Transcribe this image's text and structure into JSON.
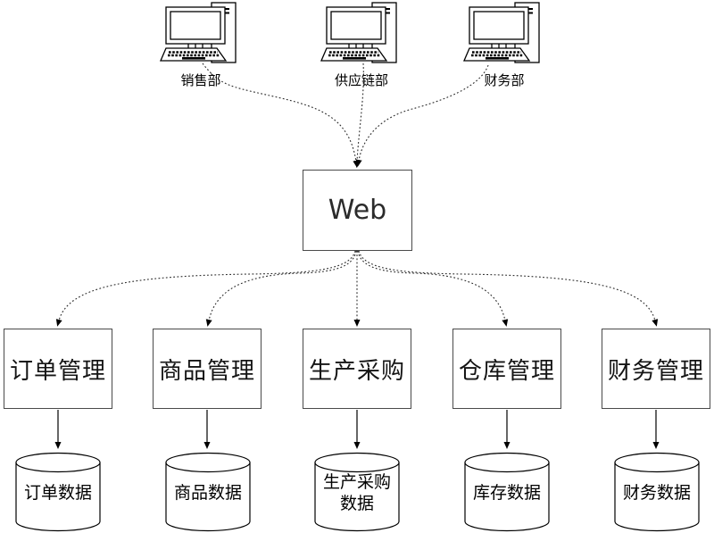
{
  "colors": {
    "background": "#ffffff",
    "line": "#000000",
    "box_border": "#4a4a4a",
    "text": "#000000"
  },
  "icons": {
    "client": "desktop-computer-icon",
    "datastore": "database-cylinder-icon"
  },
  "clients": [
    {
      "label": "销售部"
    },
    {
      "label": "供应链部"
    },
    {
      "label": "财务部"
    }
  ],
  "hub": {
    "label": "Web"
  },
  "modules": [
    {
      "label": "订单管理"
    },
    {
      "label": "商品管理"
    },
    {
      "label": "生产采购"
    },
    {
      "label": "仓库管理"
    },
    {
      "label": "财务管理"
    }
  ],
  "datastores": [
    {
      "line1": "订单数据",
      "line2": ""
    },
    {
      "line1": "商品数据",
      "line2": ""
    },
    {
      "line1": "生产采购",
      "line2": "数据"
    },
    {
      "line1": "库存数据",
      "line2": ""
    },
    {
      "line1": "财务数据",
      "line2": ""
    }
  ]
}
